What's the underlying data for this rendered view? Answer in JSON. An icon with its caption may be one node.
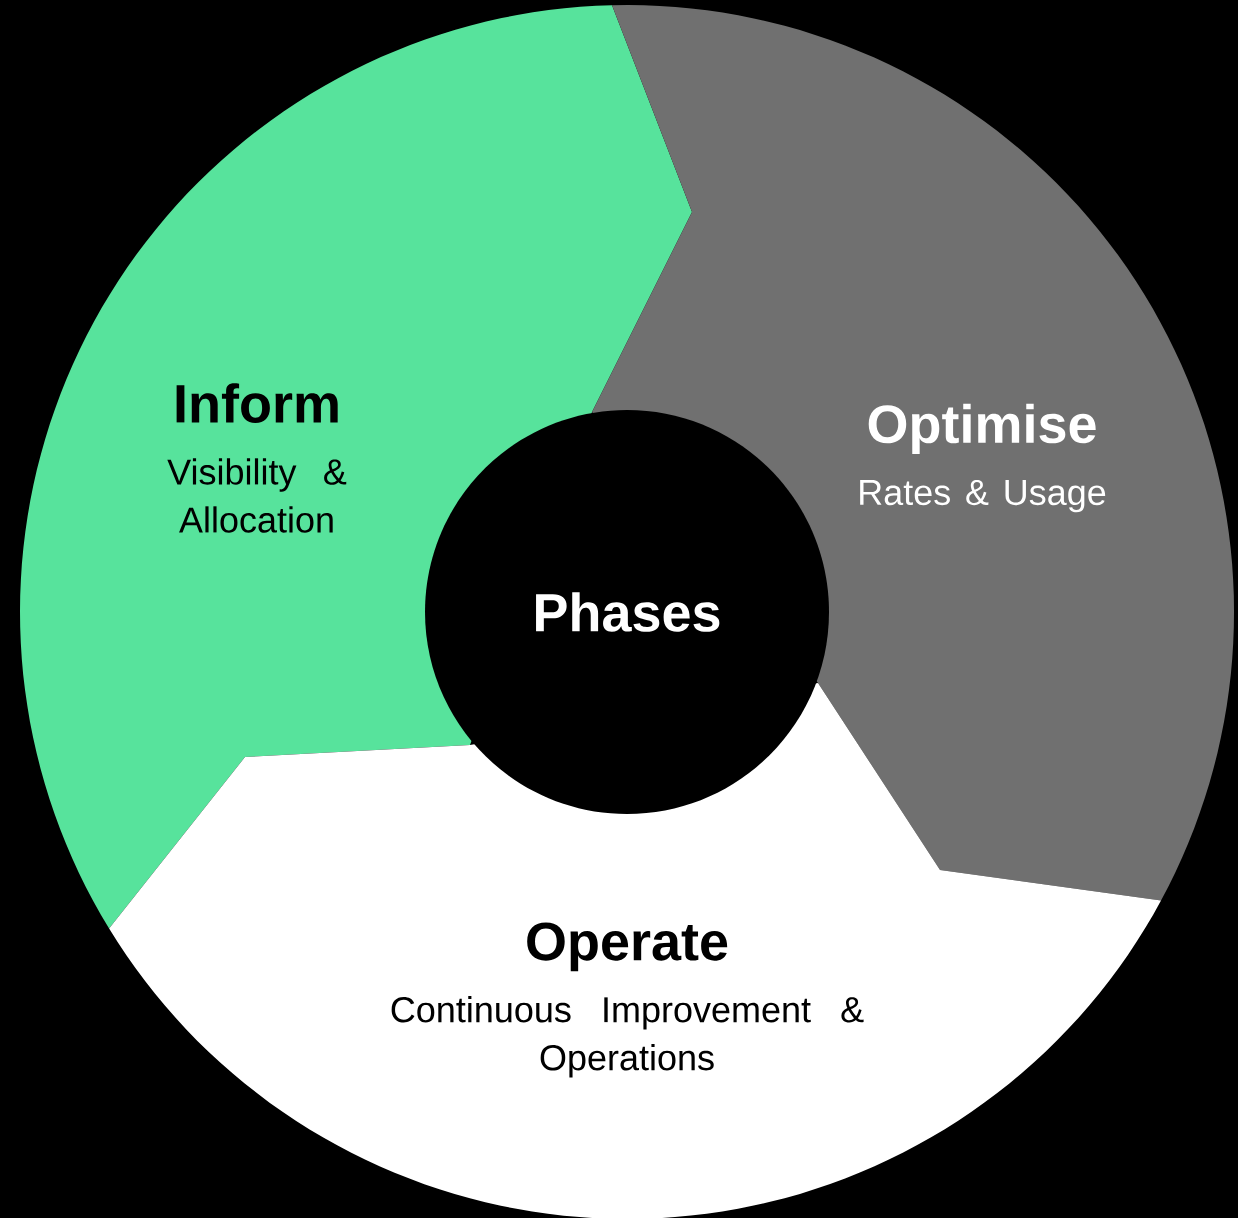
{
  "diagram": {
    "nodes": [
      {
        "text": [
          "Inform",
          "Visibility & Allocation"
        ]
      },
      {
        "text": [
          "Optimise",
          "Rates & Usage"
        ]
      },
      {
        "text": [
          "Operate",
          "Continuous Improvement & Operations"
        ]
      },
      {
        "text": [
          "Phases"
        ]
      }
    ]
  }
}
